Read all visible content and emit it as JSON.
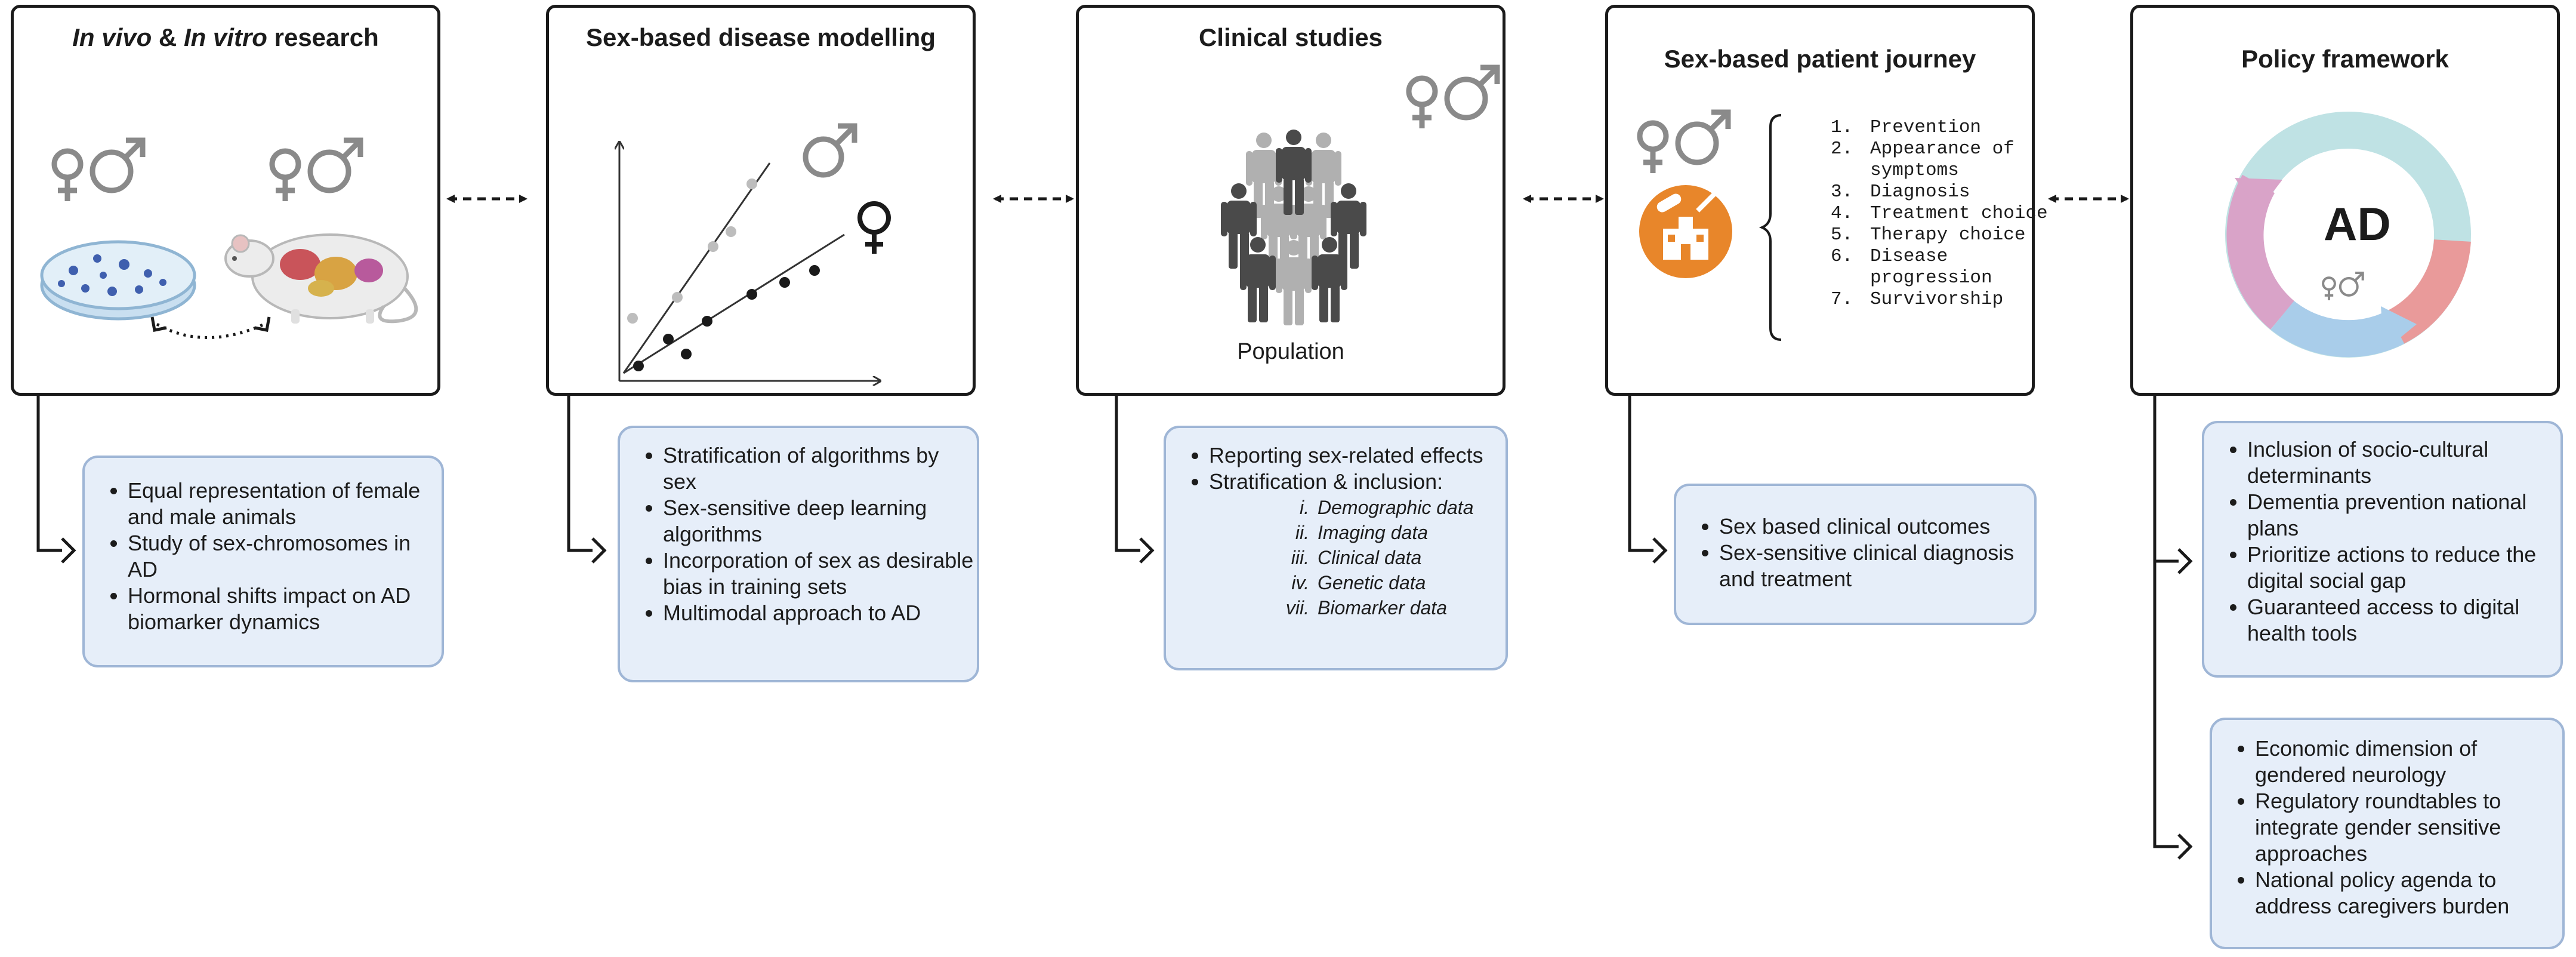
{
  "panels": [
    {
      "title_italic_1": "In vivo",
      "title_mid": " & ",
      "title_italic_2": "In vitro",
      "title_end": " research"
    },
    {
      "title": "Sex-based disease modelling"
    },
    {
      "title": "Clinical studies",
      "population_label": "Population"
    },
    {
      "title": "Sex-based patient journey"
    },
    {
      "title": "Policy framework",
      "center_label": "AD"
    }
  ],
  "journey_steps": [
    {
      "num": "1.",
      "text": "Prevention"
    },
    {
      "num": "2.",
      "text": "Appearance of"
    },
    {
      "num": "",
      "text": "symptoms"
    },
    {
      "num": "3.",
      "text": "Diagnosis"
    },
    {
      "num": "4.",
      "text": "Treatment choice"
    },
    {
      "num": "5.",
      "text": "Therapy choice"
    },
    {
      "num": "6.",
      "text": "Disease"
    },
    {
      "num": "",
      "text": "progression"
    },
    {
      "num": "7.",
      "text": "Survivorship"
    }
  ],
  "notes": {
    "research": [
      "Equal representation of female and male animals",
      "Study of sex-chromosomes in AD",
      "Hormonal shifts impact on AD biomarker dynamics"
    ],
    "modelling": [
      "Stratification of algorithms by sex",
      "Sex-sensitive deep learning algorithms",
      "Incorporation of sex as desirable bias  in training sets",
      "Multimodal approach to AD"
    ],
    "clinical": {
      "items": [
        "Reporting sex-related effects",
        "Stratification & inclusion:"
      ],
      "sub_items": [
        {
          "num": "i.",
          "text": "Demographic data"
        },
        {
          "num": "ii.",
          "text": "Imaging data"
        },
        {
          "num": "iii.",
          "text": "Clinical data"
        },
        {
          "num": "iv.",
          "text": "Genetic data"
        },
        {
          "num": "vii.",
          "text": "Biomarker data"
        }
      ]
    },
    "journey": [
      "Sex based clinical outcomes",
      "Sex-sensitive clinical diagnosis and treatment"
    ],
    "policy_1": [
      "Inclusion of socio-cultural determinants",
      "Dementia prevention national plans",
      "Prioritize actions to reduce the digital social gap",
      "Guaranteed access to digital health tools"
    ],
    "policy_2": [
      "Economic dimension of gendered neurology",
      "Regulatory roundtables to integrate gender sensitive approaches",
      "National policy agenda to address caregivers burden"
    ]
  },
  "icons": [
    "female-male-symbol-icon",
    "petri-dish-icon",
    "mouse-anatomy-icon",
    "scatter-plot-icon",
    "population-icon",
    "hospital-medicine-icon",
    "cycle-ring-icon"
  ],
  "colors": {
    "note_fill": "#e6eef9",
    "note_border": "#9fb6d6",
    "symbol_gray": "#8a8a8a",
    "hospital_orange": "#e8862a",
    "ring_teal": "#bfe2e4",
    "ring_pink": "#d9a3c8",
    "ring_red": "#e99a9a",
    "ring_blue": "#a9cdea"
  }
}
